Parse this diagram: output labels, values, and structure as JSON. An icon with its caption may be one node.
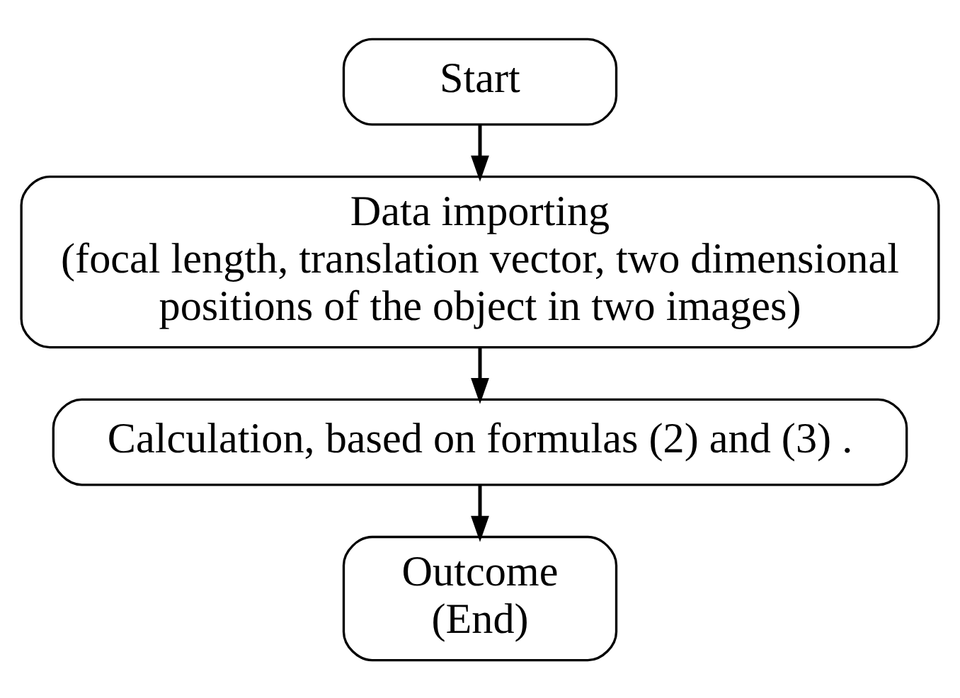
{
  "diagram": {
    "nodes": [
      {
        "text": [
          "Start"
        ]
      },
      {
        "text": [
          "Data importing",
          "(focal length, translation vector, two dimensional positions of the object in two images)"
        ]
      },
      {
        "text": [
          "Calculation, based on formulas (2) and (3) ."
        ]
      },
      {
        "text": [
          "Outcome (End)"
        ]
      }
    ],
    "edges": [
      {
        "from": 0,
        "to": 1,
        "arrow": "to"
      },
      {
        "from": 1,
        "to": 2,
        "arrow": "to"
      },
      {
        "from": 2,
        "to": 3,
        "arrow": "to"
      }
    ]
  }
}
